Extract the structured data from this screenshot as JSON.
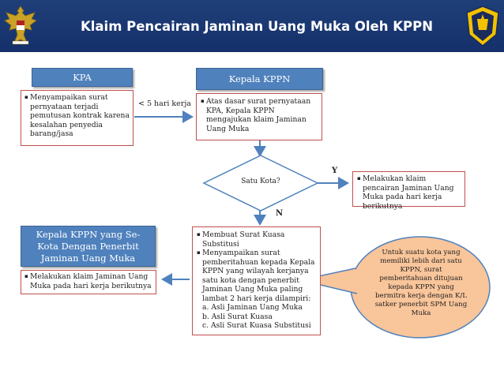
{
  "title": "Klaim Pencairan Jaminan Uang Muka Oleh KPPN",
  "kpa": {
    "header": "KPA",
    "item": "Menyampaikan surat pernyataan terjadi pemutusan kontrak karena kesalahan penyedia barang/jasa"
  },
  "arrow_label": "< 5 hari kerja",
  "kepala_kppn": {
    "header": "Kepala KPPN",
    "item": "Atas dasar surat pernyataan KPA, Kepala KPPN mengajukan klaim Jaminan Uang Muka"
  },
  "decision": {
    "label": "Satu Kota?",
    "yes": "Y",
    "no": "N"
  },
  "yes_box": {
    "item": "Melakukan klaim pencairan Jaminan Uang Muka pada hari kerja berikutnya"
  },
  "no_box": {
    "item1": "Membuat Surat Kuasa Substitusi",
    "item2": "Menyampaikan surat pemberitahuan kepada Kepala KPPN yang wilayah kerjanya satu kota dengan penerbit Jaminan Uang Muka paling lambat 2 hari kerja dilampiri:",
    "sub_a": "a. Asli Jaminan Uang Muka",
    "sub_b": "b. Asli Surat Kuasa",
    "sub_c": "c. Asli Surat Kuasa Substitusi"
  },
  "sekota": {
    "header": "Kepala KPPN yang Se-Kota Dengan Penerbit Jaminan Uang Muka",
    "item": "Melakukan klaim Jaminan Uang Muka pada hari kerja berikutnya"
  },
  "callout": "Untuk suatu kota yang memiliki lebih dari satu KPPN, surat pemberitahuan ditujuan kepada KPPN yang bermitra kerja dengan K/L satker penerbit SPM Uang Muka",
  "colors": {
    "title_bg": "#1f3f79",
    "header_bg": "#4f81bd",
    "box_border": "#c0504d",
    "callout_fill": "#f9c59a",
    "callout_stroke": "#4f81bd",
    "arrow": "#4f81bd"
  }
}
